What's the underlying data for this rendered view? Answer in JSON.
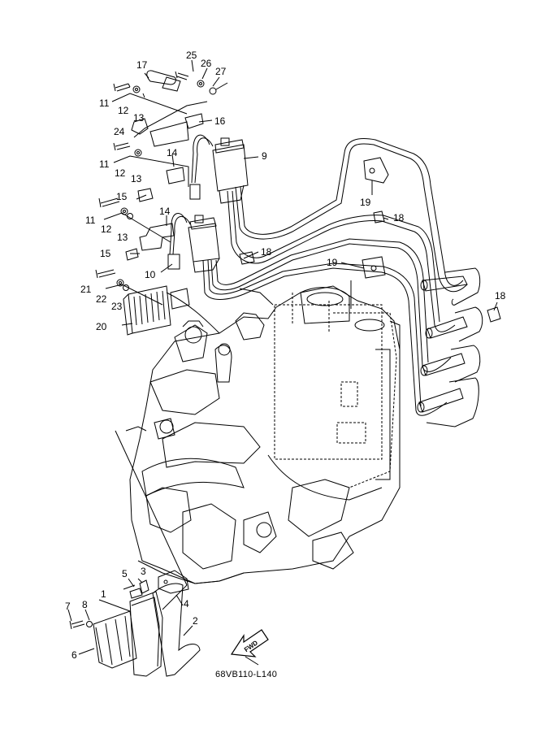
{
  "diagram": {
    "drawing_code": "68VB110-L140",
    "fwd_label": "FWD",
    "callouts": {
      "c1": "1",
      "c2": "2",
      "c3": "3",
      "c4": "4",
      "c5": "5",
      "c6": "6",
      "c7": "7",
      "c8": "8",
      "c9": "9",
      "c10": "10",
      "c11a": "11",
      "c11b": "11",
      "c11c": "11",
      "c12a": "12",
      "c12b": "12",
      "c12c": "12",
      "c13a": "13",
      "c13b": "13",
      "c13c": "13",
      "c14a": "14",
      "c14b": "14",
      "c15a": "15",
      "c15b": "15",
      "c16": "16",
      "c17": "17",
      "c18a": "18",
      "c18b": "18",
      "c18c": "18",
      "c19a": "19",
      "c19b": "19",
      "c20": "20",
      "c21": "21",
      "c22": "22",
      "c23": "23",
      "c24": "24",
      "c25": "25",
      "c26": "26",
      "c27": "27"
    }
  }
}
